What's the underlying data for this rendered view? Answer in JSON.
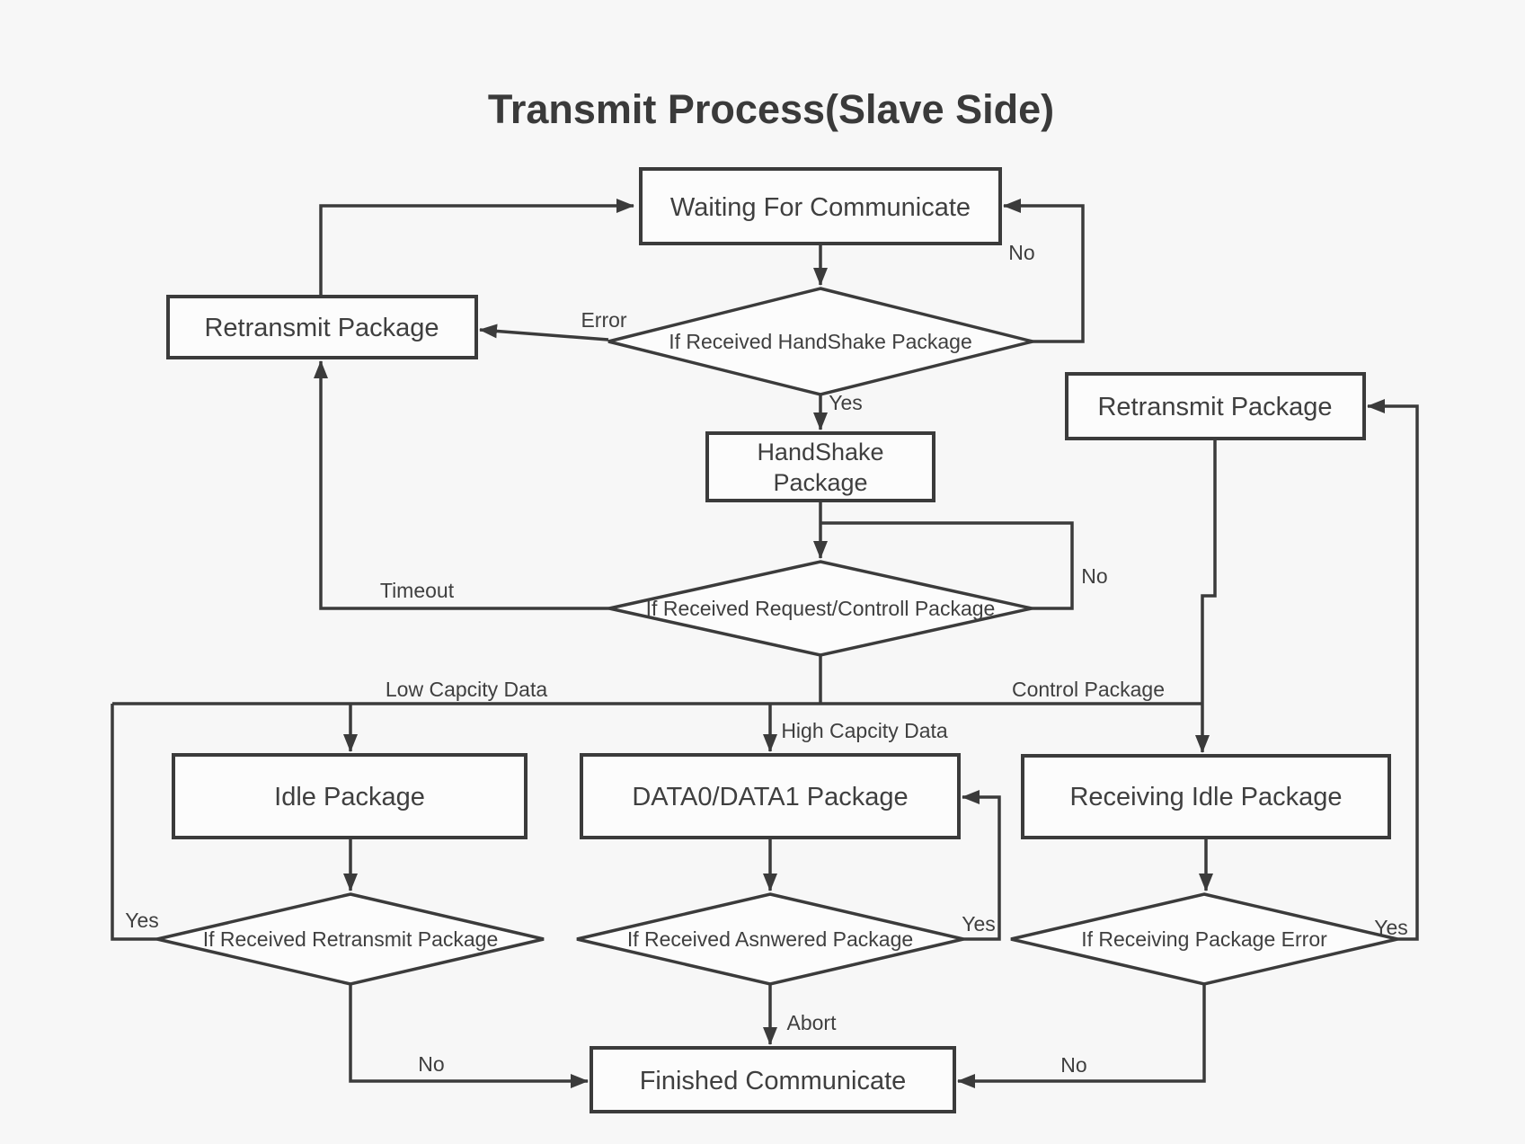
{
  "title": "Transmit Process(Slave Side)",
  "nodes": {
    "waiting": {
      "label": "Waiting For Communicate"
    },
    "d_handshake": {
      "label": "If Received HandShake Package"
    },
    "retransmit_left": {
      "label": "Retransmit Package"
    },
    "handshake": {
      "label": "HandShake Package",
      "lines": [
        "HandShake",
        "Package"
      ]
    },
    "d_request": {
      "label": "If Received Request/Controll Package"
    },
    "retransmit_right": {
      "label": "Retransmit Package"
    },
    "idle": {
      "label": "Idle Package"
    },
    "data": {
      "label": "DATA0/DATA1 Package"
    },
    "receiving": {
      "label": "Receiving Idle Package"
    },
    "d_retransmit": {
      "label": "If Received Retransmit Package"
    },
    "d_answered": {
      "label": "If Received Asnwered Package"
    },
    "d_error": {
      "label": "If Receiving Package Error"
    },
    "finished": {
      "label": "Finished Communicate"
    }
  },
  "edge_labels": {
    "no_handshake": "No",
    "error": "Error",
    "yes_handshake": "Yes",
    "no_request": "No",
    "timeout": "Timeout",
    "low_capacity": "Low Capcity Data",
    "high_capacity": "High Capcity Data",
    "control_package": "Control Package",
    "yes_retransmit": "Yes",
    "yes_answered": "Yes",
    "yes_error": "Yes",
    "abort": "Abort",
    "no_retransmit": "No",
    "no_error": "No"
  },
  "colors": {
    "background": "#f7f7f7",
    "stroke": "#3b3b3b",
    "node_fill": "#fcfcfc",
    "text": "#3f3f3f"
  }
}
